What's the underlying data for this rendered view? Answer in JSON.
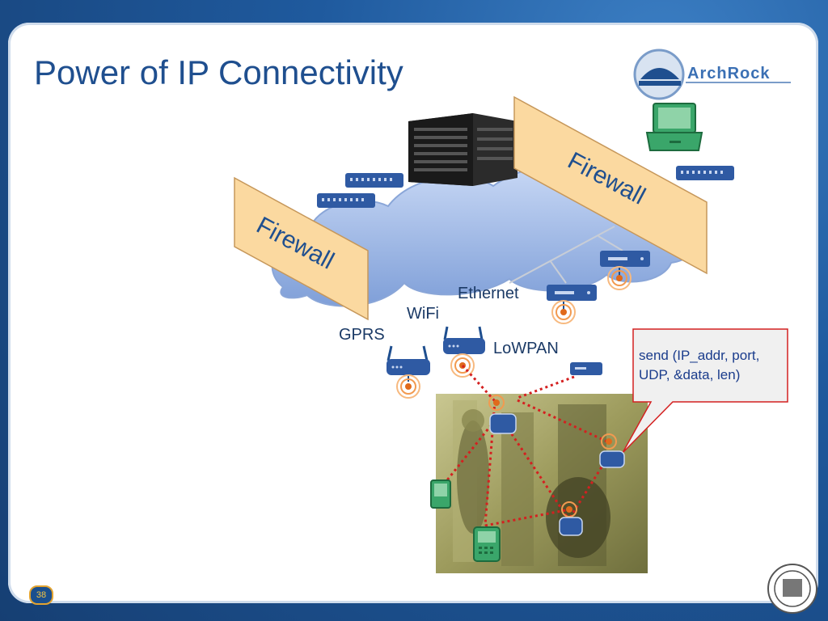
{
  "slide": {
    "title": "Power of IP Connectivity",
    "page_number": "38"
  },
  "logo": {
    "brand_text": "ArchRock"
  },
  "diagram": {
    "firewall_left_label": "Firewall",
    "firewall_right_label": "Firewall",
    "link_labels": {
      "ethernet": "Ethernet",
      "wifi": "WiFi",
      "gprs": "GPRS",
      "lowpan": "LoWPAN"
    },
    "callout_text": "send (IP_addr, port, UDP, &data, len)"
  },
  "colors": {
    "title": "#1f4f8f",
    "firewall_fill": "#fbd9a0",
    "cloud": "#9db6e6",
    "dotted_links": "#d42020",
    "callout_bg": "#f0f0f0",
    "callout_border": "#d42020"
  }
}
